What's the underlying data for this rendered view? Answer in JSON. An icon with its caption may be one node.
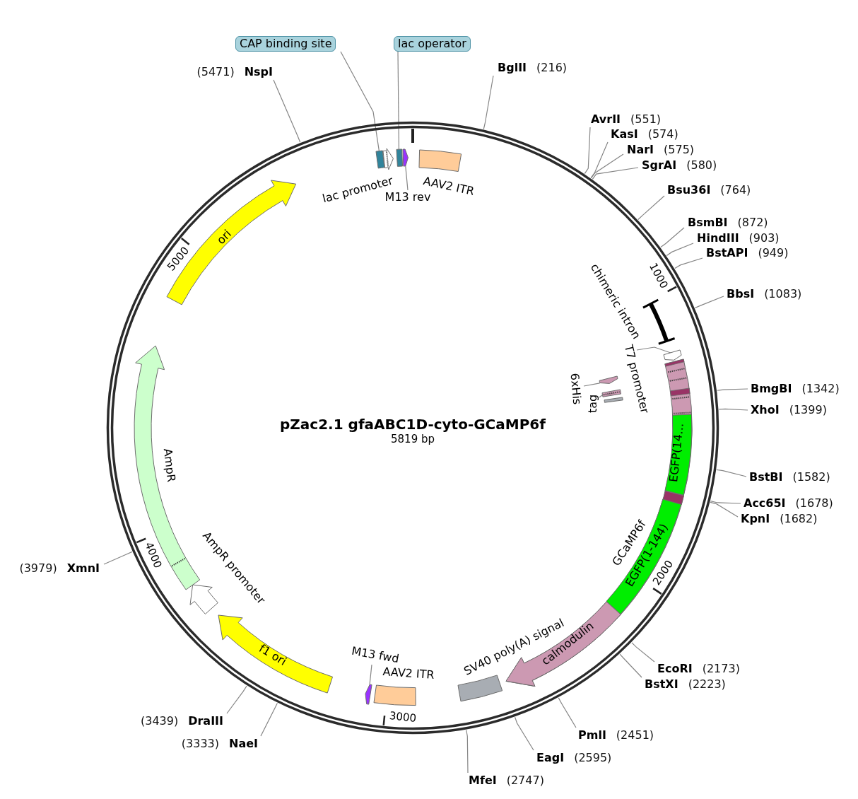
{
  "diagram": {
    "nodes": [
      {
        "text": [
          "pZac2.1 gfaABC1D-cyto-GCaMP6f",
          "5819 bp"
        ]
      },
      {
        "text": [
          "CAP binding site"
        ]
      },
      {
        "text": [
          "lac operator"
        ]
      },
      {
        "text": [],
        "shape": "box",
        "in": 0
      },
      {
        "text": [
          "lac promoter"
        ],
        "in": 0
      },
      {
        "text": [],
        "shape": "box",
        "in": 0
      },
      {
        "text": [],
        "shape": "arrow",
        "in": 0
      },
      {
        "text": [
          "M13 rev"
        ],
        "in": 0
      },
      {
        "text": [
          "AAV2 ITR"
        ],
        "in": 0
      },
      {
        "text": [
          "chimeric intron"
        ],
        "in": 0
      },
      {
        "text": [],
        "shape": "arrow",
        "in": 0
      },
      {
        "text": [
          "T7 promoter"
        ],
        "in": 0
      },
      {
        "text": [],
        "shape": "arrow",
        "in": 0
      },
      {
        "text": [
          "6xHis"
        ],
        "in": 0
      },
      {
        "text": [],
        "shape": "box",
        "in": 0
      },
      {
        "text": [
          "tag"
        ],
        "in": 0
      },
      {
        "text": [],
        "shape": "bar",
        "in": 0
      },
      {
        "text": [
          "GCaMP6f"
        ],
        "in": 0
      },
      {
        "text": [
          "EGFP(14…"
        ],
        "in": 17
      },
      {
        "text": [
          "EGFP(1-144)"
        ],
        "in": 17
      },
      {
        "text": [
          "calmodulin"
        ],
        "in": 17
      },
      {
        "text": [
          "SV40 poly(A) signal"
        ],
        "in": 0
      },
      {
        "text": [
          "AAV2 ITR"
        ],
        "in": 0
      },
      {
        "text": [],
        "shape": "arrow",
        "in": 0
      },
      {
        "text": [
          "M13 fwd"
        ],
        "in": 0
      },
      {
        "text": [
          "f1 ori"
        ],
        "in": 0
      },
      {
        "text": [
          "AmpR promoter"
        ],
        "in": 0
      },
      {
        "text": [
          "AmpR"
        ],
        "in": 0
      },
      {
        "text": [
          "ori"
        ],
        "in": 0
      },
      {
        "text": [
          "BglII",
          "(216)"
        ]
      },
      {
        "text": [
          "AvrII",
          "(551)"
        ]
      },
      {
        "text": [
          "KasI",
          "(574)"
        ]
      },
      {
        "text": [
          "NarI",
          "(575)"
        ]
      },
      {
        "text": [
          "SgrAI",
          "(580)"
        ]
      },
      {
        "text": [
          "Bsu36I",
          "(764)"
        ]
      },
      {
        "text": [
          "BsmBI",
          "(872)"
        ]
      },
      {
        "text": [
          "HindIII",
          "(903)"
        ]
      },
      {
        "text": [
          "BstAPI",
          "(949)"
        ]
      },
      {
        "text": [
          "BbsI",
          "(1083)"
        ]
      },
      {
        "text": [
          "BmgBI",
          "(1342)"
        ]
      },
      {
        "text": [
          "XhoI",
          "(1399)"
        ]
      },
      {
        "text": [
          "BstBI",
          "(1582)"
        ]
      },
      {
        "text": [
          "Acc65I",
          "(1678)"
        ]
      },
      {
        "text": [
          "KpnI",
          "(1682)"
        ]
      },
      {
        "text": [
          "EcoRI",
          "(2173)"
        ]
      },
      {
        "text": [
          "BstXI",
          "(2223)"
        ]
      },
      {
        "text": [
          "PmlI",
          "(2451)"
        ]
      },
      {
        "text": [
          "EagI",
          "(2595)"
        ]
      },
      {
        "text": [
          "MfeI",
          "(2747)"
        ]
      },
      {
        "text": [
          "(3333)",
          "NaeI"
        ]
      },
      {
        "text": [
          "(3439)",
          "DraIII"
        ]
      },
      {
        "text": [
          "(3979)",
          "XmnI"
        ]
      },
      {
        "text": [
          "(5471)",
          "NspI"
        ]
      }
    ],
    "edges": [
      {
        "from": 1,
        "to": 3,
        "arrow": "none"
      },
      {
        "from": 2,
        "to": 5,
        "arrow": "none"
      },
      {
        "from": 7,
        "to": 6,
        "arrow": "none"
      },
      {
        "from": 11,
        "to": 10,
        "arrow": "none"
      },
      {
        "from": 13,
        "to": 12,
        "arrow": "none"
      },
      {
        "from": 15,
        "to": 14,
        "arrow": "none"
      },
      {
        "from": 24,
        "to": 23,
        "arrow": "none"
      },
      {
        "from": 29,
        "to": 0,
        "arrow": "none"
      },
      {
        "from": 30,
        "to": 0,
        "arrow": "none"
      },
      {
        "from": 31,
        "to": 0,
        "arrow": "none"
      },
      {
        "from": 32,
        "to": 0,
        "arrow": "none"
      },
      {
        "from": 33,
        "to": 0,
        "arrow": "none"
      },
      {
        "from": 34,
        "to": 0,
        "arrow": "none"
      },
      {
        "from": 35,
        "to": 0,
        "arrow": "none"
      },
      {
        "from": 36,
        "to": 0,
        "arrow": "none"
      },
      {
        "from": 37,
        "to": 0,
        "arrow": "none"
      },
      {
        "from": 38,
        "to": 0,
        "arrow": "none"
      },
      {
        "from": 39,
        "to": 0,
        "arrow": "none"
      },
      {
        "from": 40,
        "to": 0,
        "arrow": "none"
      },
      {
        "from": 41,
        "to": 0,
        "arrow": "none"
      },
      {
        "from": 42,
        "to": 0,
        "arrow": "none"
      },
      {
        "from": 43,
        "to": 0,
        "arrow": "none"
      },
      {
        "from": 44,
        "to": 0,
        "arrow": "none"
      },
      {
        "from": 45,
        "to": 0,
        "arrow": "none"
      },
      {
        "from": 46,
        "to": 0,
        "arrow": "none"
      },
      {
        "from": 47,
        "to": 0,
        "arrow": "none"
      },
      {
        "from": 48,
        "to": 0,
        "arrow": "none"
      },
      {
        "from": 49,
        "to": 0,
        "arrow": "none"
      },
      {
        "from": 50,
        "to": 0,
        "arrow": "none"
      },
      {
        "from": 51,
        "to": 0,
        "arrow": "none"
      },
      {
        "from": 52,
        "to": 0,
        "arrow": "none"
      }
    ],
    "labels": [
      "1000",
      "2000",
      "3000",
      "4000",
      "5000"
    ]
  }
}
